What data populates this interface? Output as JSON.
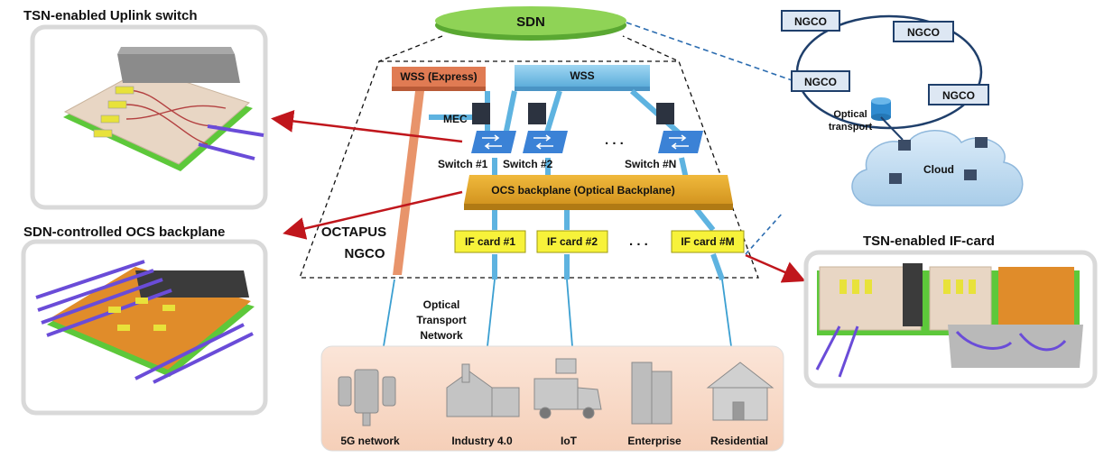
{
  "top": {
    "sdn": "SDN"
  },
  "left_panel": {
    "uplink_title": "TSN-enabled Uplink switch",
    "ocs_title": "SDN-controlled OCS backplane"
  },
  "right_panel": {
    "ifcard_title": "TSN-enabled IF-card",
    "ngco_nodes": [
      "NGCO",
      "NGCO",
      "NGCO",
      "NGCO"
    ],
    "optical_transport_line1": "Optical",
    "optical_transport_line2": "transport",
    "cloud_label": "Cloud"
  },
  "center": {
    "wss_express": "WSS (Express)",
    "wss": "WSS",
    "mec": "MEC",
    "switches": [
      "Switch #1",
      "Switch #2",
      "Switch #N"
    ],
    "dots": ". . .",
    "ocs_backplane": "OCS backplane  (Optical Backplane)",
    "if_cards": [
      "IF card #1",
      "IF card #2",
      "IF card #M"
    ],
    "octapus_line1": "OCTAPUS",
    "octapus_line2": "NGCO",
    "otn_line1": "Optical",
    "otn_line2": "Transport",
    "otn_line3": "Network"
  },
  "services": [
    "5G network",
    "Industry 4.0",
    "IoT",
    "Enterprise",
    "Residential"
  ],
  "colors": {
    "sdn_green": "#7ac943",
    "wss_express": "#e07b53",
    "wss_blue": "#7fc4e8",
    "ocs_orange": "#e3a52a",
    "ifcard_yellow": "#f7f23a",
    "switch_blue": "#3b82d6",
    "ngco_line": "#1f3f6b",
    "red_arrow": "#c0161c",
    "services_bg": "#f8dccd"
  }
}
